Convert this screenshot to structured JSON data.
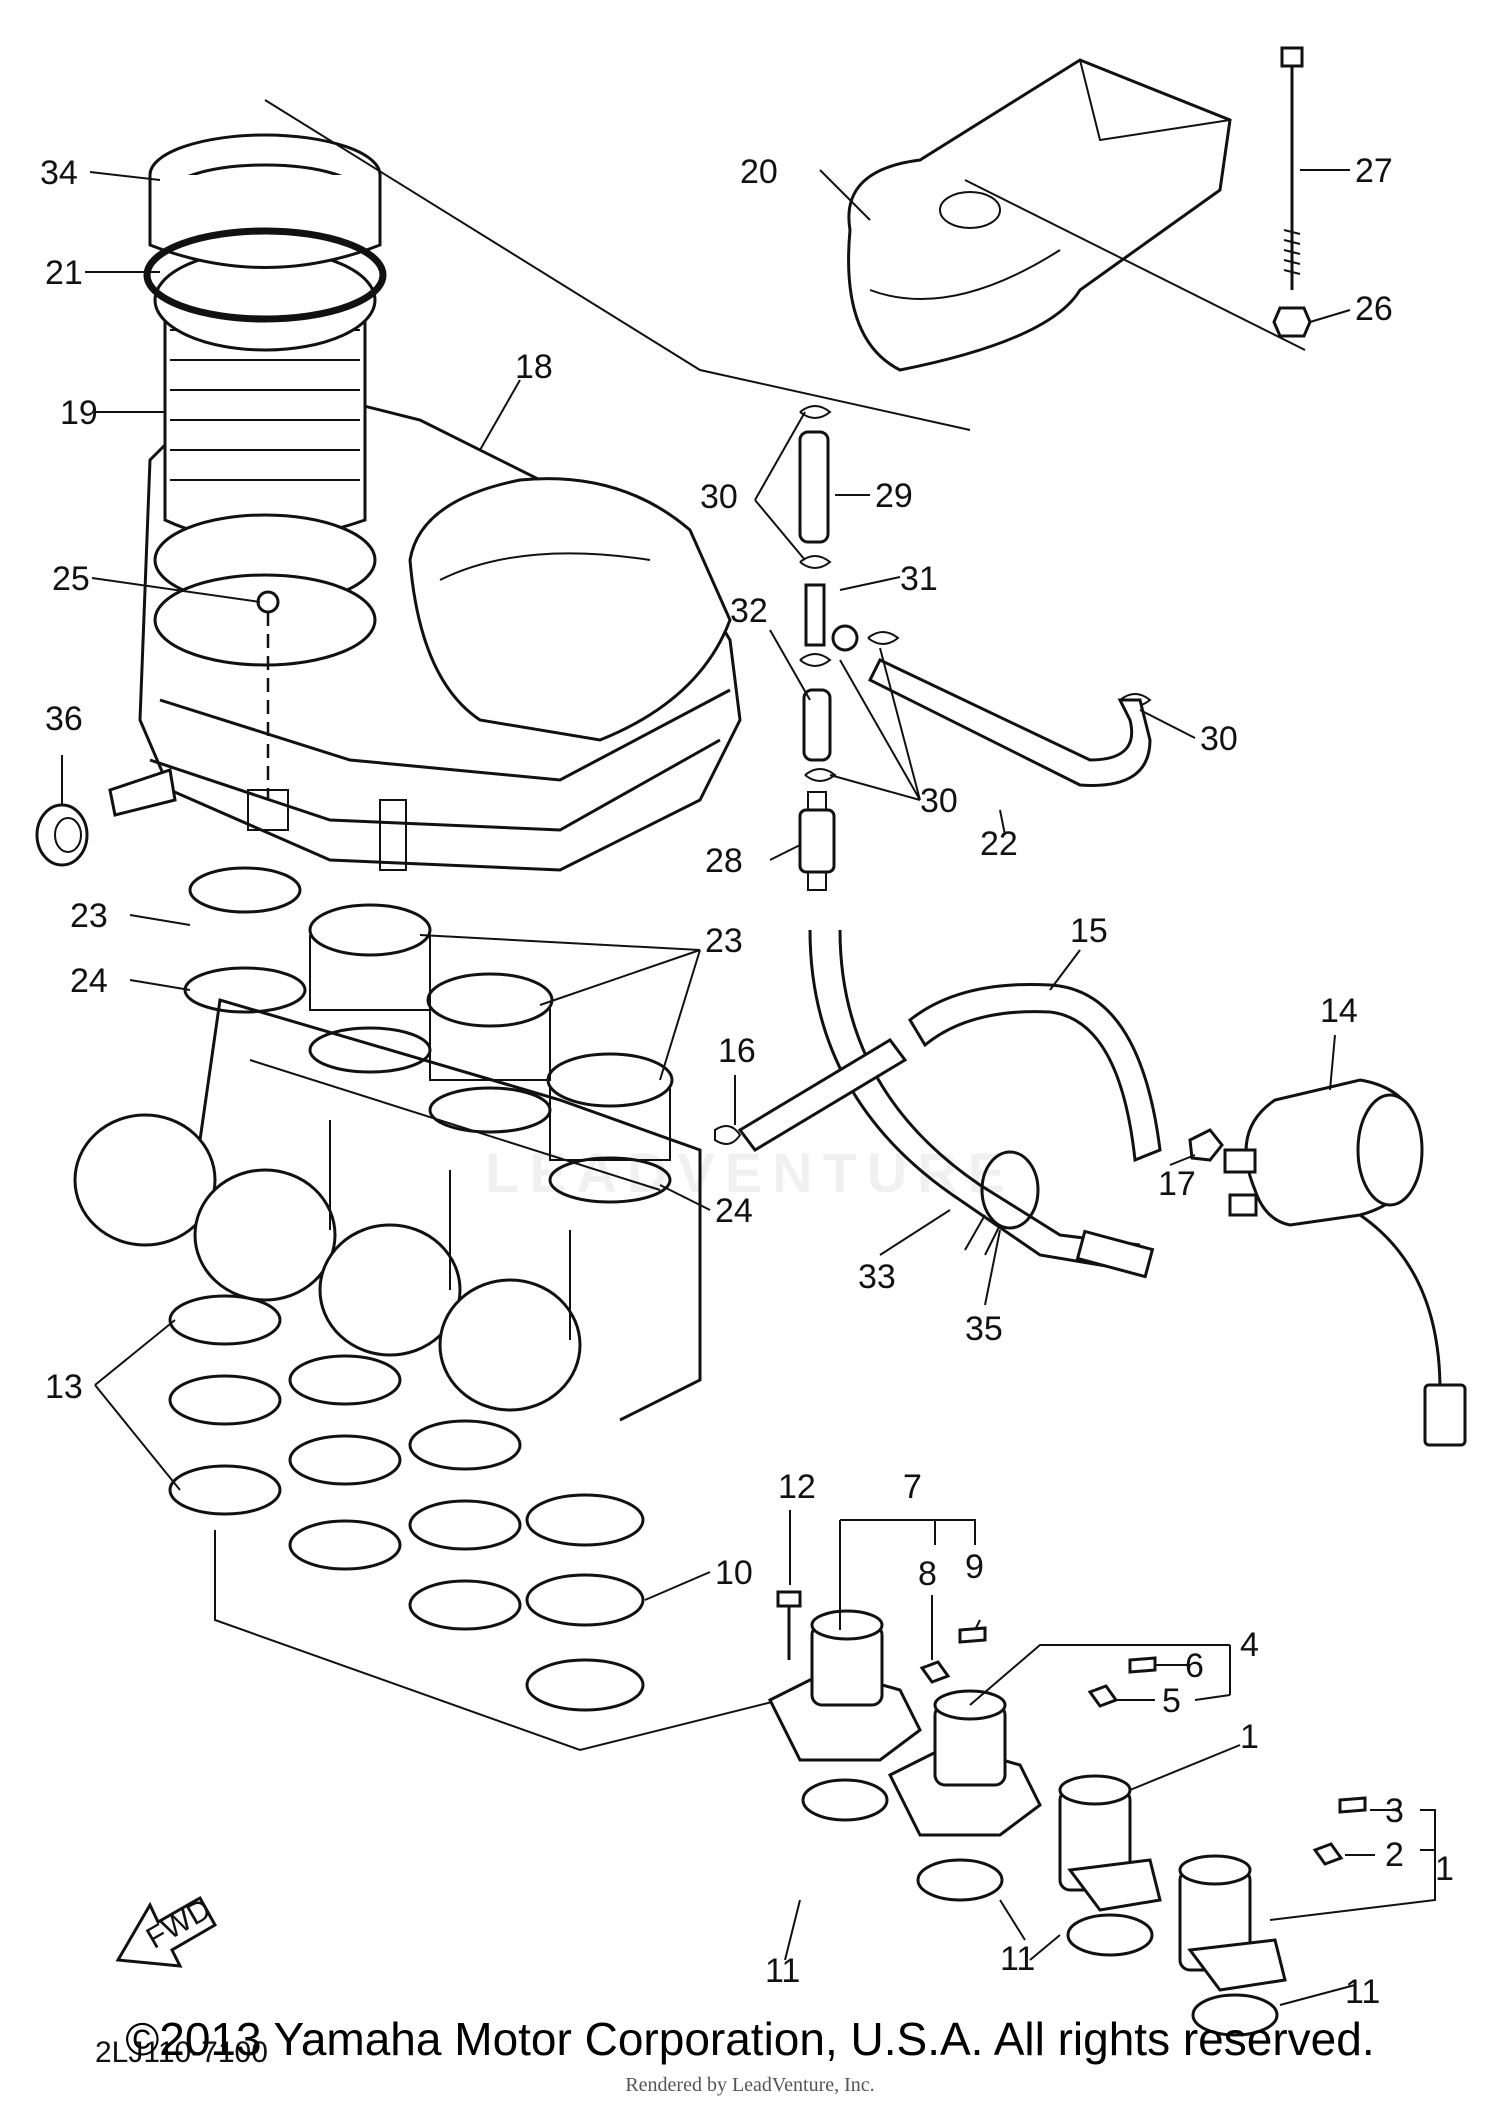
{
  "diagram_code": "2LJ110-7100",
  "copyright": "©2013 Yamaha Motor Corporation, U.S.A. All rights reserved.",
  "render_note": "Rendered by LeadVenture, Inc.",
  "watermark": "LEADVENTURE",
  "fwd_label": "FWD",
  "callouts": {
    "c34": "34",
    "c21": "21",
    "c19": "19",
    "c18": "18",
    "c25": "25",
    "c36": "36",
    "c20": "20",
    "c27": "27",
    "c26": "26",
    "c30a": "30",
    "c29": "29",
    "c31": "31",
    "c32": "32",
    "c30b": "30",
    "c30c": "30",
    "c22": "22",
    "c28": "28",
    "c23a": "23",
    "c23b": "23",
    "c24a": "24",
    "c24b": "24",
    "c15": "15",
    "c14": "14",
    "c16": "16",
    "c17": "17",
    "c33": "33",
    "c35": "35",
    "c13": "13",
    "c10": "10",
    "c12": "12",
    "c7": "7",
    "c8": "8",
    "c9": "9",
    "c4": "4",
    "c6": "6",
    "c5": "5",
    "c1a": "1",
    "c3": "3",
    "c2": "2",
    "c1b": "1",
    "c11a": "11",
    "c11b": "11",
    "c11c": "11"
  }
}
